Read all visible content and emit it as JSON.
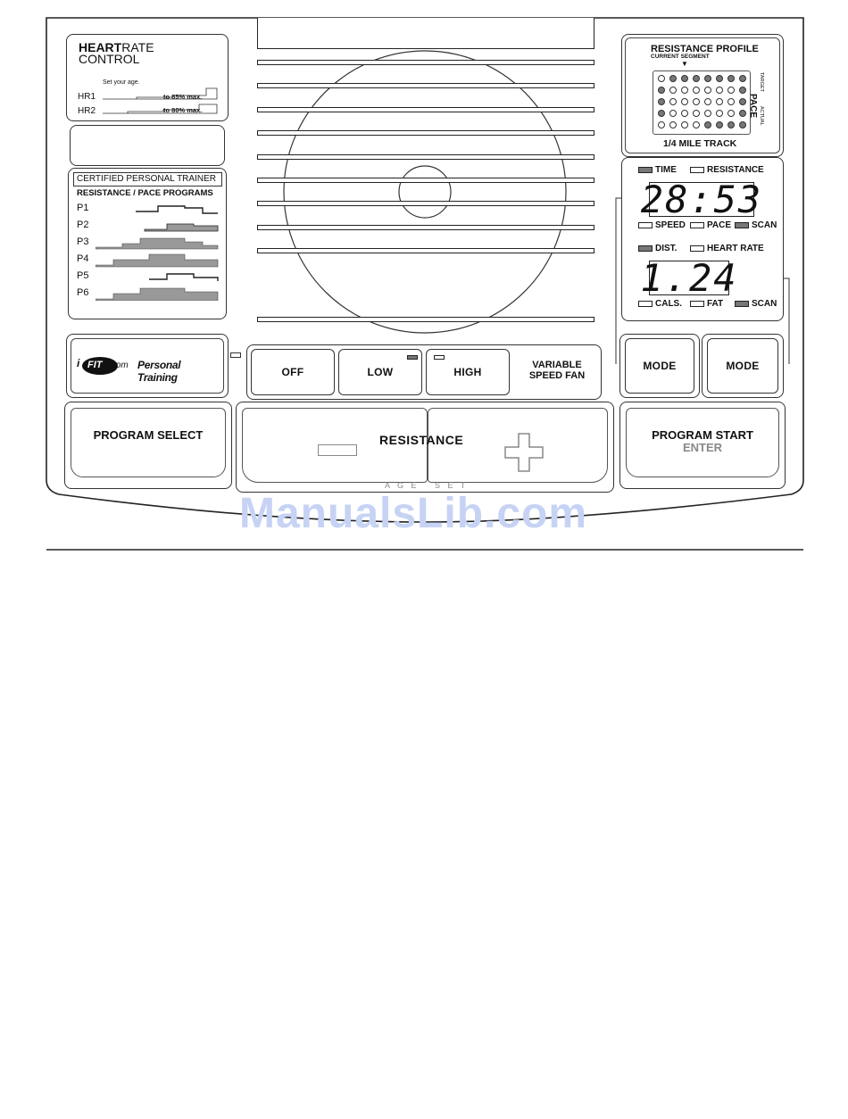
{
  "heart_rate": {
    "title_bold": "HEART",
    "title_rest": "RATE",
    "title_line2": "CONTROL",
    "hint": "Set your age.",
    "hr1_label": "HR1",
    "hr1_text": "to 85% max.",
    "hr2_label": "HR2",
    "hr2_text": "to 80% max."
  },
  "trainer": {
    "header": "CERTIFIED PERSONAL TRAINER",
    "subheader": "RESISTANCE / PACE PROGRAMS",
    "programs": [
      "P1",
      "P2",
      "P3",
      "P4",
      "P5",
      "P6"
    ]
  },
  "ifit": {
    "logo_i": "i",
    "logo_fit": "FIT",
    "logo_com": ".com",
    "label": "Personal Training"
  },
  "resistance_profile": {
    "title": "RESISTANCE PROFILE",
    "current_segment": "CURRENT SEGMENT",
    "pace": "PACE",
    "target": "TARGET",
    "actual": "ACTUAL",
    "track": "1/4 MILE TRACK",
    "grid": [
      [
        0,
        1,
        1,
        1,
        1,
        1,
        1,
        1
      ],
      [
        1,
        0,
        0,
        0,
        0,
        0,
        0,
        1
      ],
      [
        1,
        0,
        0,
        0,
        0,
        0,
        0,
        1
      ],
      [
        1,
        0,
        0,
        0,
        0,
        0,
        0,
        1
      ],
      [
        0,
        0,
        0,
        0,
        1,
        1,
        1,
        1
      ]
    ]
  },
  "display": {
    "top_indicators": [
      {
        "label": "TIME",
        "on": true
      },
      {
        "label": "RESISTANCE",
        "on": false
      }
    ],
    "top_value": "28:53",
    "mid_indicators": [
      {
        "label": "SPEED",
        "on": false
      },
      {
        "label": "PACE",
        "on": false
      },
      {
        "label": "SCAN",
        "on": true
      }
    ],
    "mid2_indicators": [
      {
        "label": "DIST.",
        "on": true
      },
      {
        "label": "HEART RATE",
        "on": false
      }
    ],
    "bottom_value": "1.24",
    "bottom_indicators": [
      {
        "label": "CALS.",
        "on": false
      },
      {
        "label": "FAT",
        "on": false
      },
      {
        "label": "SCAN",
        "on": true
      }
    ]
  },
  "fan": {
    "off": "OFF",
    "low": "LOW",
    "high": "HIGH",
    "label_line1": "VARIABLE",
    "label_line2": "SPEED FAN"
  },
  "mode_left": "MODE",
  "mode_right": "MODE",
  "program_select": "PROGRAM SELECT",
  "resistance": {
    "label": "RESISTANCE",
    "minus": "−",
    "plus": "+",
    "age": "A G E",
    "set": "S E T"
  },
  "program_start": {
    "line1": "PROGRAM START",
    "line2": "ENTER"
  },
  "watermark": "ManualsLib.com"
}
